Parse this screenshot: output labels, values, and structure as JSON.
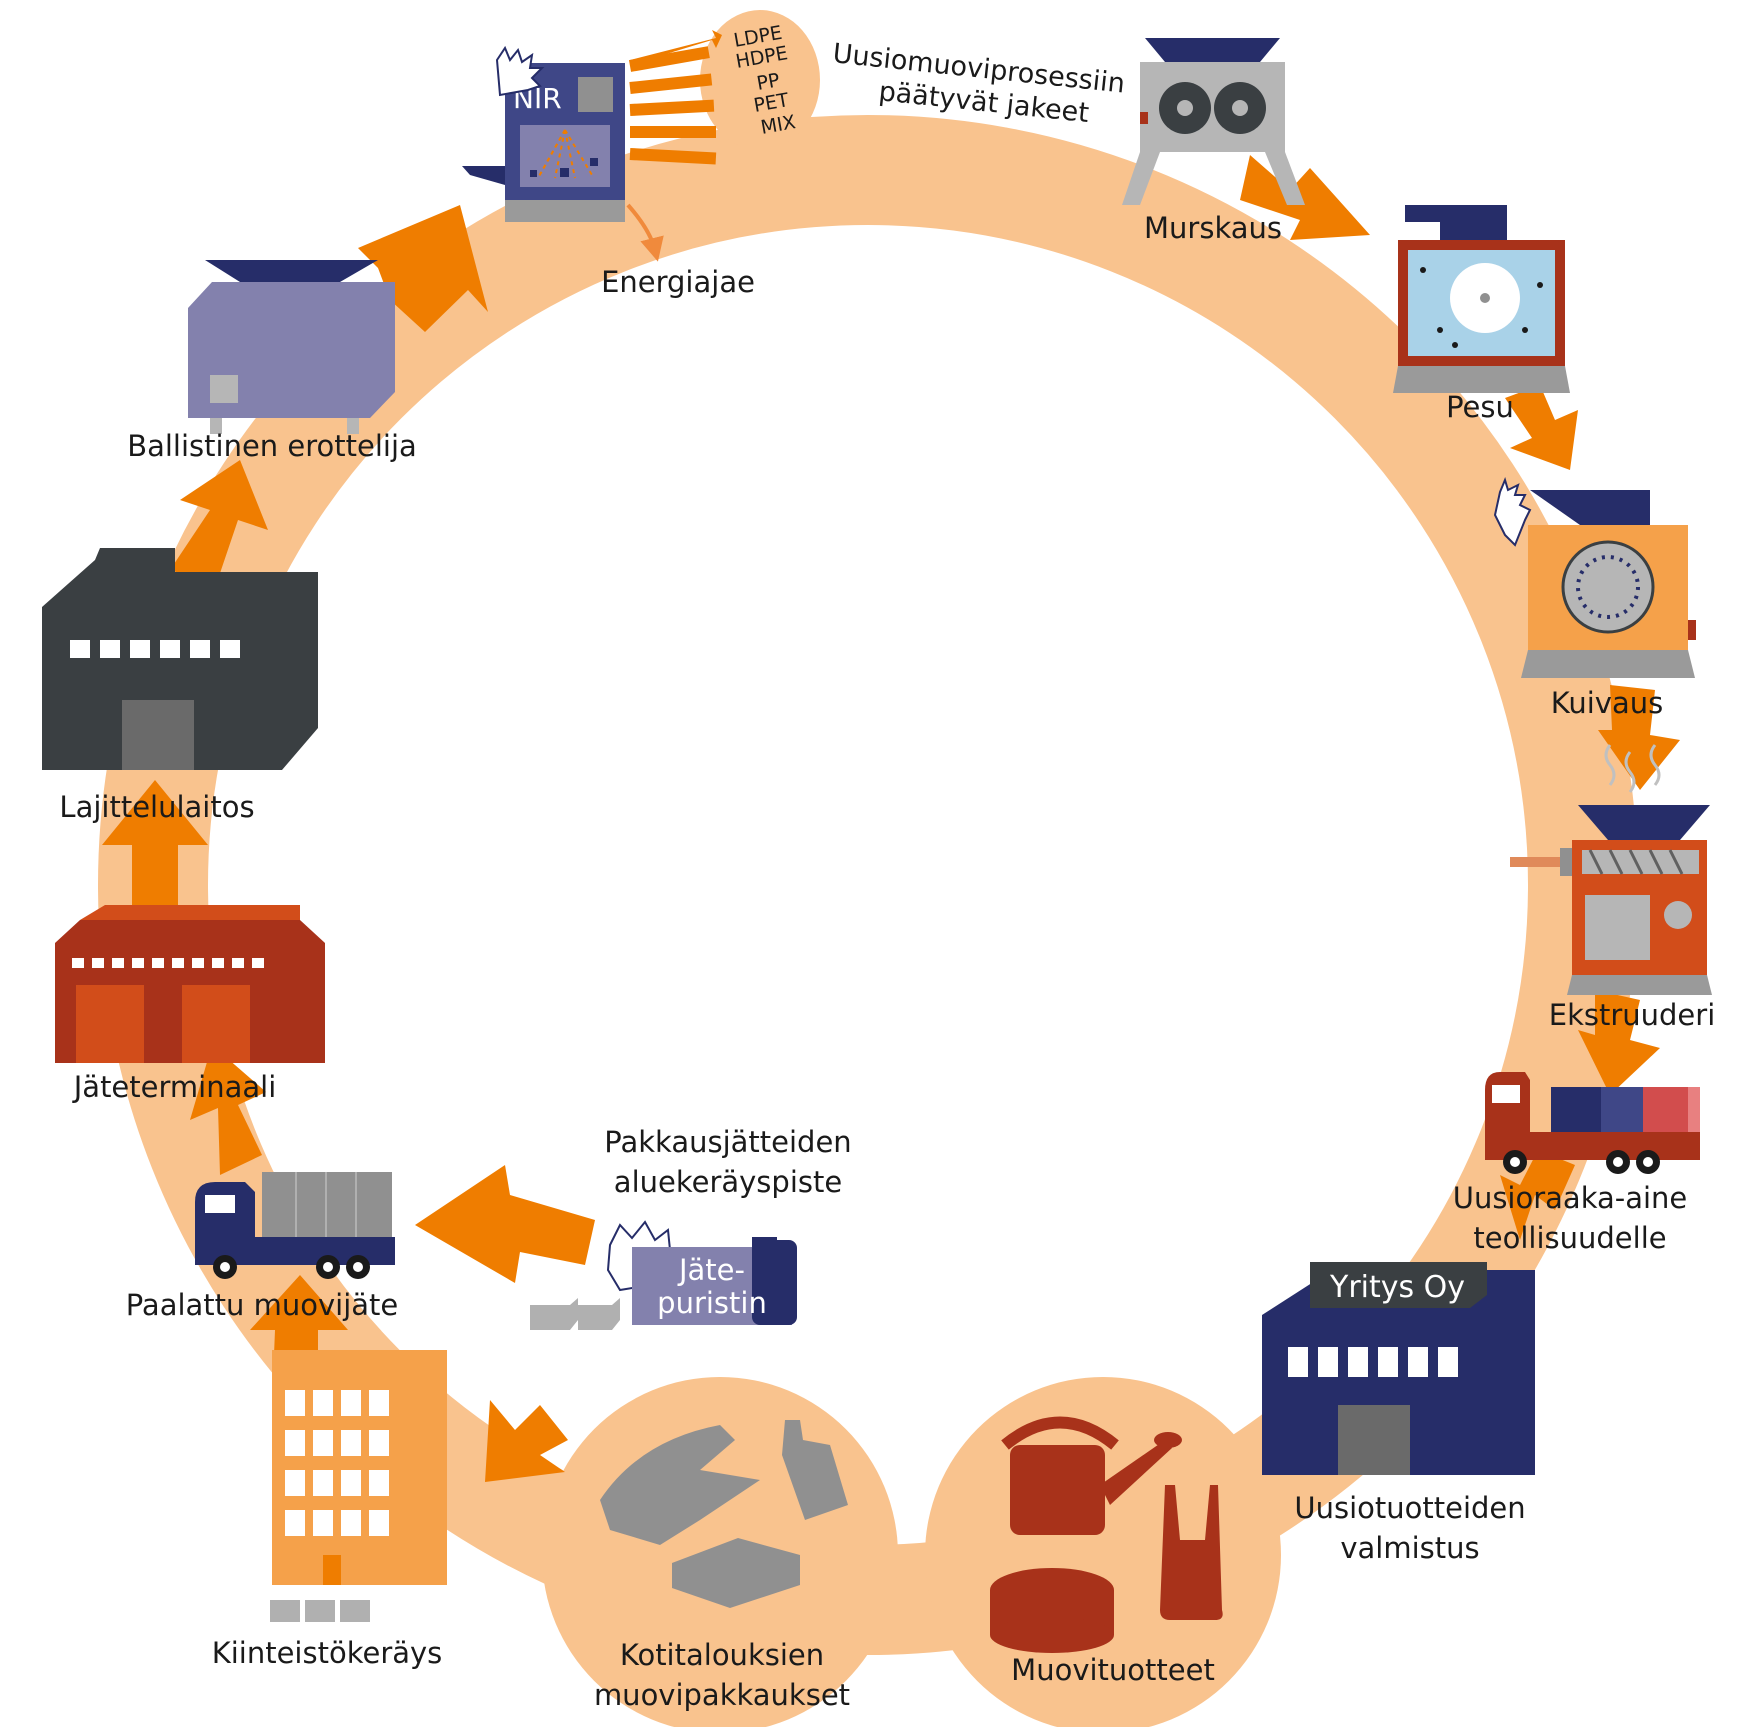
{
  "colors": {
    "ring": "#f9c38e",
    "arrow": "#ef7d00",
    "navy": "#262d69",
    "lavender": "#8381ad",
    "grey": "#909090",
    "dark_grey": "#3a3f42",
    "rust": "#a8321a",
    "orange": "#f5a14a"
  },
  "labels": {
    "nir": "NIR",
    "fractions": [
      "LDPE",
      "HDPE",
      "PP",
      "PET",
      "MIX"
    ],
    "fractions_caption_line1": "Uusiomuoviprosessiin",
    "fractions_caption_line2": "päätyvät jakeet",
    "energy_fraction": "Energiajae",
    "crushing": "Murskaus",
    "washing": "Pesu",
    "drying": "Kuivaus",
    "extruder": "Ekstruuderi",
    "raw_material_line1": "Uusioraaka-aine",
    "raw_material_line2": "teollisuudelle",
    "company": "Yritys Oy",
    "manufacturing_line1": "Uusiotuotteiden",
    "manufacturing_line2": "valmistus",
    "products": "Muovituotteet",
    "household_line1": "Kotitalouksien",
    "household_line2": "muovipakkaukset",
    "property_collection": "Kiinteistökeräys",
    "baled_waste": "Paalattu muovijäte",
    "waste_terminal": "Jäteterminaali",
    "sorting_plant": "Lajittelulaitos",
    "ballistic_separator": "Ballistinen erottelija",
    "collection_point_line1": "Pakkausjätteiden",
    "collection_point_line2": "aluekeräyspiste",
    "compactor_line1": "Jäte-",
    "compactor_line2": "puristin"
  },
  "icons": [
    "nir-sorter-icon",
    "crusher-icon",
    "washer-icon",
    "dryer-icon",
    "extruder-icon",
    "truck-icon",
    "factory-icon",
    "watering-can-icon",
    "plastic-bag-icon",
    "bottle-icon",
    "apartment-building-icon",
    "sorting-plant-icon",
    "waste-terminal-icon",
    "ballistic-separator-icon",
    "compactor-icon"
  ]
}
